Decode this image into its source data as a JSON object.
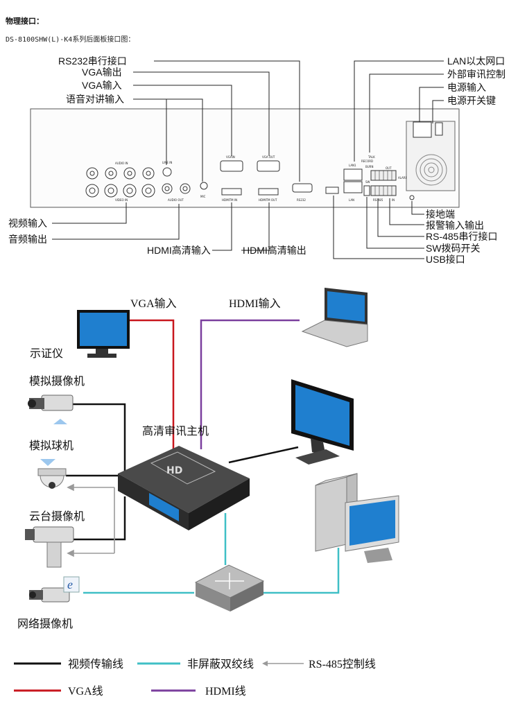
{
  "section_title": "物理接口：",
  "panel_caption": "DS-8100SHW(L)-K4系列后面板接口图：",
  "panel_labels": {
    "rs232": "RS232串行接口",
    "vga_out": "VGA输出",
    "vga_in": "VGA输入",
    "voice_talk": "语音对讲输入",
    "video_in": "视频输入",
    "audio_out": "音频输出",
    "hdmi_in": "HDMI高清输入",
    "hdmi_out": "HDMI高清输出",
    "lan": "LAN以太网口",
    "ext_control": "外部审讯控制",
    "power_in": "电源输入",
    "power_switch": "电源开关键",
    "ground": "接地端",
    "alarm_io": "报警输入输出",
    "rs485": "RS-485串行接口",
    "sw_switch": "SW拨码开关",
    "usb": "USB接口"
  },
  "panel_silkscreen": {
    "audio_in": "AUDIO IN",
    "video_in": "VIDEO IN",
    "line_in": "LINE IN",
    "audio_out": "AUDIO OUT",
    "mic": "MIC",
    "vga_in": "VGAIN",
    "vga_out": "VGA OUT",
    "hdmi_in": "HDMITM IN",
    "hdmi_out": "HDMITM OUT",
    "rs232": "RS232",
    "lan1": "LAN1",
    "lan2": "LAN",
    "talk": "TALK",
    "record": "RECORD",
    "burn": "BURN",
    "out": "OUT",
    "sw": "SW",
    "rs485": "RS-485",
    "in": "IN",
    "alarm": "ALARM"
  },
  "diagram": {
    "vga_in_label": "VGA输入",
    "hdmi_in_label": "HDMI输入",
    "monitor_label": "示证仪",
    "analog_camera": "模拟摄像机",
    "analog_dome": "模拟球机",
    "ptz_camera": "云台摄像机",
    "network_camera": "网络摄像机",
    "host_label": "高清审讯主机",
    "host_logo": "HD"
  },
  "legend": {
    "video": "视频传输线",
    "utp": "非屏蔽双绞线",
    "rs485": "RS-485控制线",
    "vga": "VGA线",
    "hdmi": "HDMI线"
  },
  "colors": {
    "video": "#111111",
    "utp": "#3fbfc6",
    "rs485": "#9a9a9a",
    "vga": "#c8161d",
    "hdmi": "#7a3e9d"
  }
}
